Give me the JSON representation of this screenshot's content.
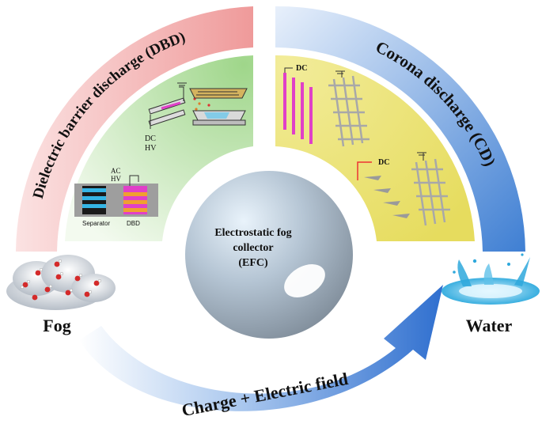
{
  "arcs": {
    "left": "Dielectric barrier discharge (DBD)",
    "right": "Corona discharge (CD)",
    "bottom": "Charge + Electric field"
  },
  "center": {
    "line1": "Electrostatic fog",
    "line2": "collector",
    "line3": "(EFC)"
  },
  "labels": {
    "fog": "Fog",
    "water": "Water"
  },
  "dbd_panel": {
    "dc": "DC",
    "hv": "HV",
    "ac": "AC",
    "ac_hv": "HV",
    "separator": "Separator",
    "dbd": "DBD"
  },
  "cd_panel": {
    "dc_top": "DC",
    "dc_bottom": "DC"
  },
  "colors": {
    "dbd_arc": "#ef9a9a",
    "cd_arc": "#4a86d6",
    "dbd_panel": "#b5dfa3",
    "cd_panel": "#ece693",
    "magenta": "#e040c8",
    "arrow": "#3d7fd4"
  }
}
